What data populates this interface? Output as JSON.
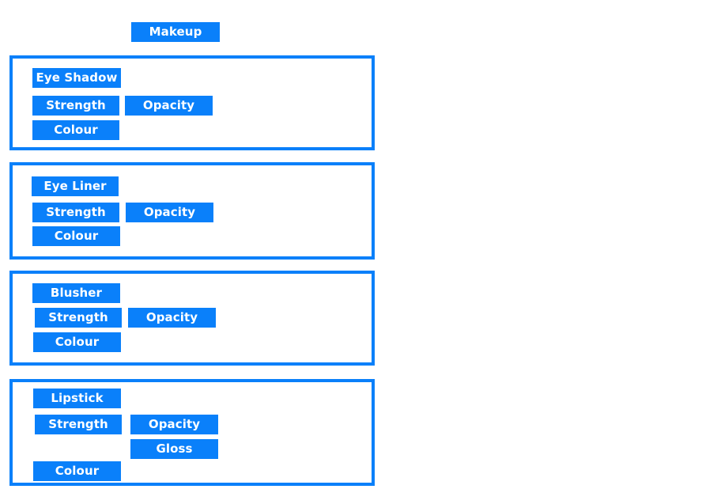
{
  "page": {
    "title": "Makeup",
    "accent_color": "#0a80fa",
    "text_color": "#ffffff",
    "background_color": "#ffffff"
  },
  "header": {
    "label": "Makeup"
  },
  "groups": [
    {
      "name": "Eye Shadow",
      "controls": [
        {
          "label": "Strength"
        },
        {
          "label": "Opacity"
        },
        {
          "label": "Colour"
        }
      ]
    },
    {
      "name": "Eye Liner",
      "controls": [
        {
          "label": "Strength"
        },
        {
          "label": "Opacity"
        },
        {
          "label": "Colour"
        }
      ]
    },
    {
      "name": "Blusher",
      "controls": [
        {
          "label": "Strength"
        },
        {
          "label": "Opacity"
        },
        {
          "label": "Colour"
        }
      ]
    },
    {
      "name": "Lipstick",
      "controls": [
        {
          "label": "Strength"
        },
        {
          "label": "Opacity"
        },
        {
          "label": "Gloss"
        },
        {
          "label": "Colour"
        }
      ]
    }
  ]
}
